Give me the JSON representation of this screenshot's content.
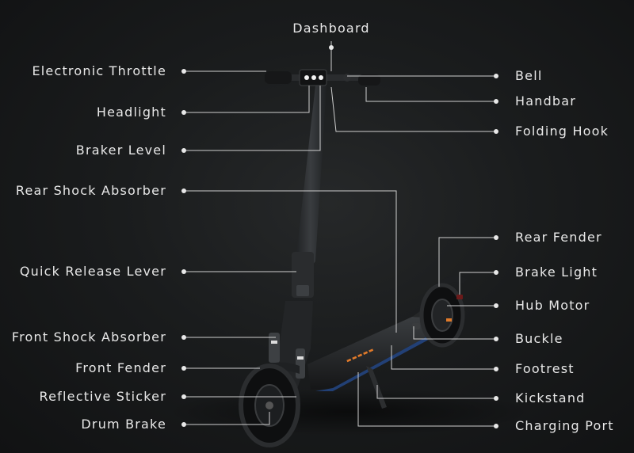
{
  "labels": {
    "top": {
      "dashboard": "Dashboard"
    },
    "left": {
      "electronic_throttle": "Electronic Throttle",
      "headlight": "Headlight",
      "braker_level": "Braker Level",
      "rear_shock_absorber": "Rear Shock Absorber",
      "quick_release_lever": "Quick Release Lever",
      "front_shock_absorber": "Front Shock Absorber",
      "front_fender": "Front Fender",
      "reflective_sticker": "Reflective Sticker",
      "drum_brake": "Drum Brake"
    },
    "right": {
      "bell": "Bell",
      "handbar": "Handbar",
      "folding_hook": "Folding Hook",
      "rear_fender": "Rear Fender",
      "brake_light": "Brake Light",
      "hub_motor": "Hub Motor",
      "buckle": "Buckle",
      "footrest": "Footrest",
      "kickstand": "Kickstand",
      "charging_port": "Charging Port"
    }
  },
  "colors": {
    "background": "#1a1c1d",
    "text": "#e8e8e8",
    "leader_line": "#d0d0d0",
    "scooter_body": "#2b2d2f",
    "accent": "#e07a2a"
  }
}
